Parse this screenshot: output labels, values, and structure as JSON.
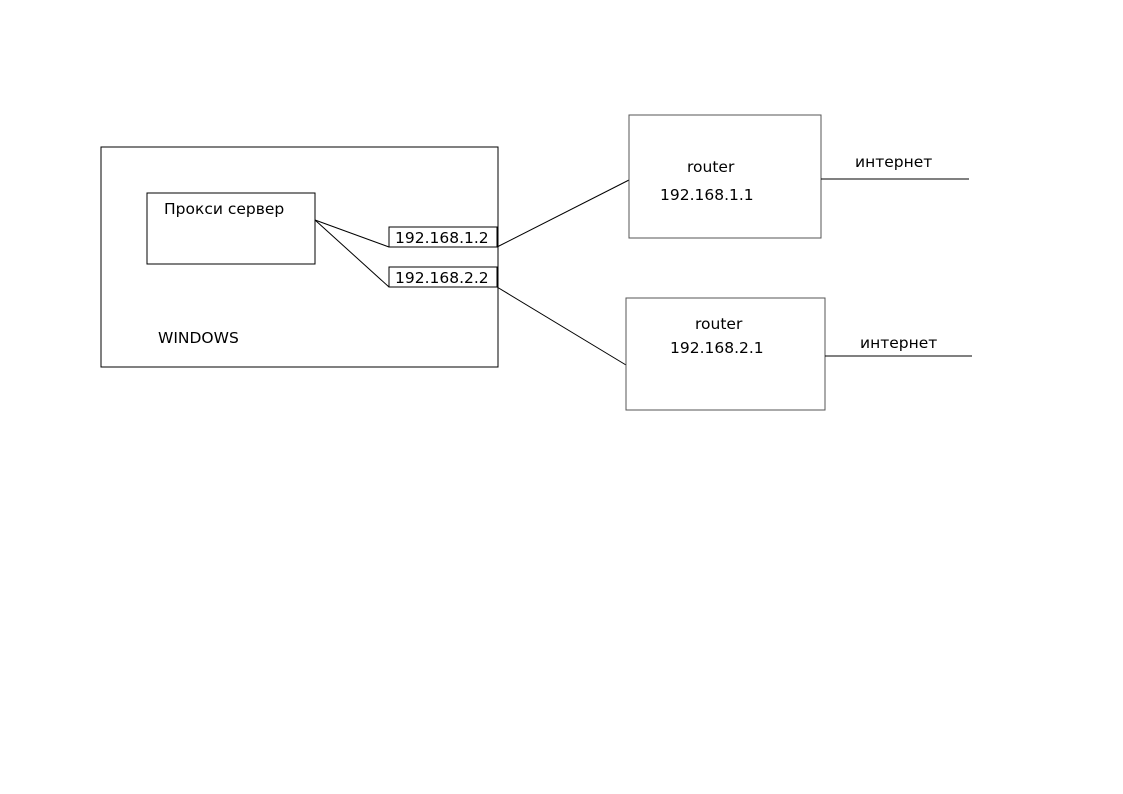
{
  "windows_host": {
    "label": "WINDOWS",
    "proxy": {
      "label": "Прокси сервер"
    },
    "interfaces": [
      {
        "ip": "192.168.1.2"
      },
      {
        "ip": "192.168.2.2"
      }
    ]
  },
  "routers": [
    {
      "label": "router",
      "ip": "192.168.1.1",
      "uplink": "интернет"
    },
    {
      "label": "router",
      "ip": "192.168.2.1",
      "uplink": "интернет"
    }
  ],
  "colors": {
    "line": "#000000",
    "router_border": "#555555",
    "background": "#ffffff"
  }
}
